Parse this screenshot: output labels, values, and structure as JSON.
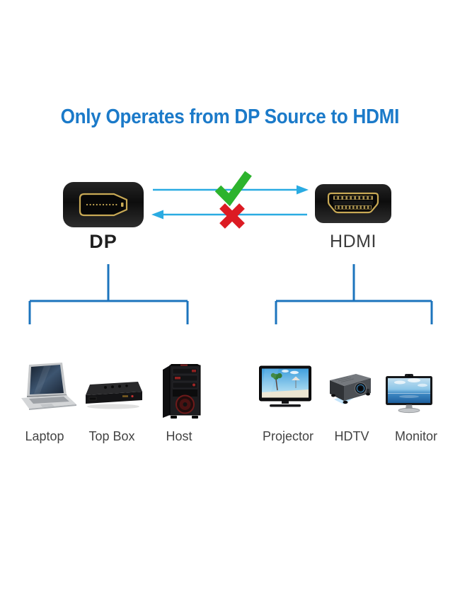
{
  "title": {
    "text": "Only Operates from DP Source to HDMI"
  },
  "connectors": {
    "dp": {
      "label": "DP",
      "icon": "displayport-plug-icon"
    },
    "hdmi": {
      "label": "HDMI",
      "icon": "hdmi-plug-icon"
    }
  },
  "direction": {
    "forward": {
      "from": "DP",
      "to": "HDMI",
      "status_icon": "green-check",
      "allowed": true
    },
    "reverse": {
      "from": "HDMI",
      "to": "DP",
      "status_icon": "red-cross",
      "allowed": false
    }
  },
  "sources": [
    {
      "label": "Laptop",
      "icon": "laptop-icon"
    },
    {
      "label": "Top Box",
      "icon": "set-top-box-icon"
    },
    {
      "label": "Host",
      "icon": "pc-tower-icon"
    }
  ],
  "displays": [
    {
      "label": "Projector",
      "icon": "tv-icon"
    },
    {
      "label": "HDTV",
      "icon": "projector-icon"
    },
    {
      "label": "Monitor",
      "icon": "monitor-icon"
    }
  ],
  "colors": {
    "title_blue": "#1b7ac9",
    "arrow_cyan": "#2aabe2",
    "bracket_blue": "#1c74bd",
    "check_green": "#2db32d",
    "cross_red": "#dc1b23",
    "connector_gold": "#c8a955"
  }
}
